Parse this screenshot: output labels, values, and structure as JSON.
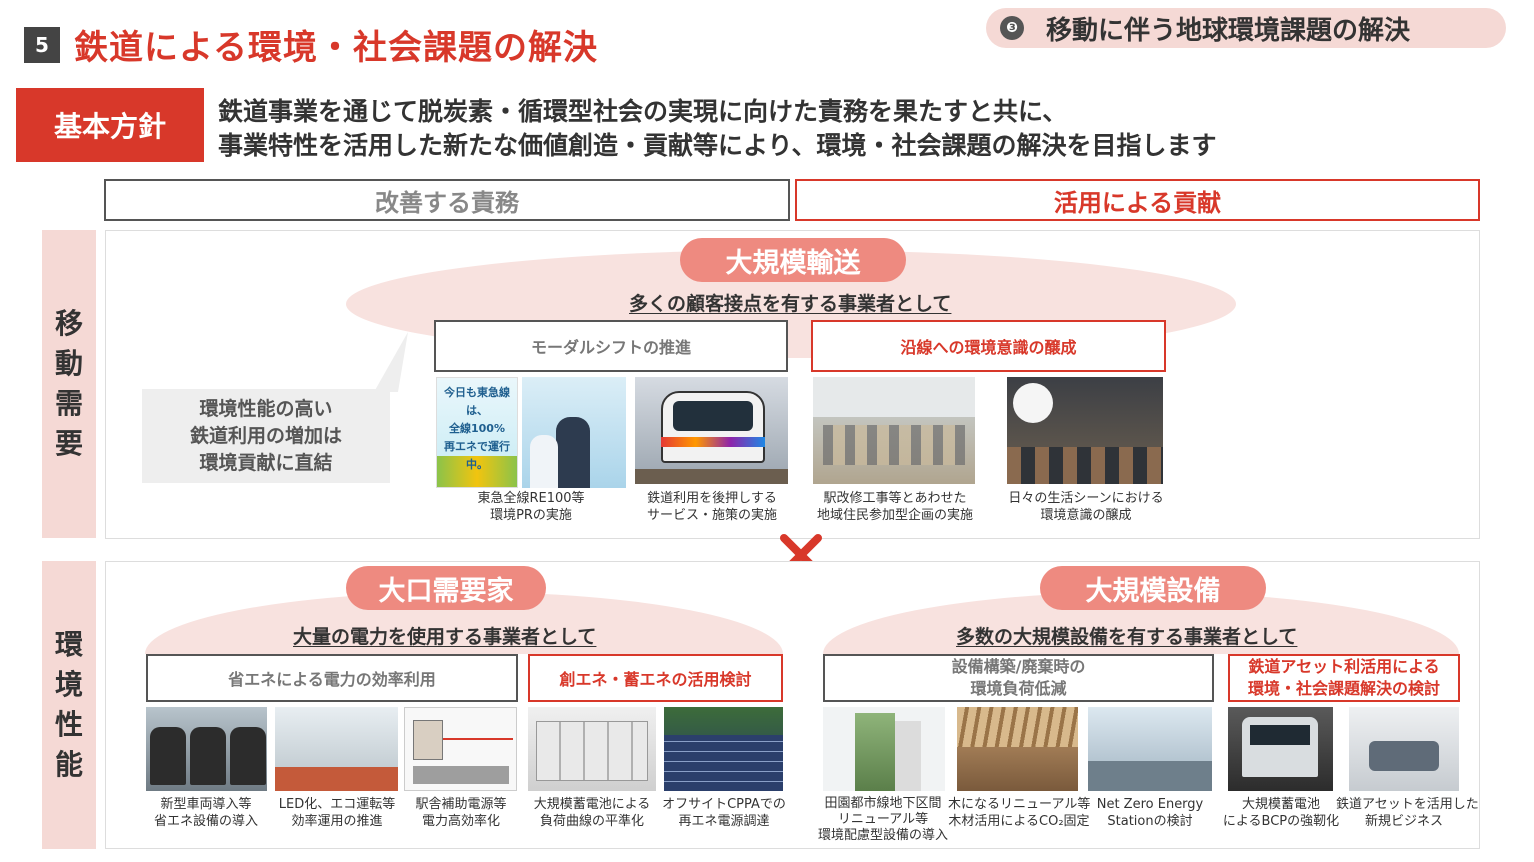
{
  "header": {
    "section_number": "5",
    "title": "鉄道による環境・社会課題の解決",
    "right_badge_number": "❸",
    "right_badge_label": "移動に伴う地球環境課題の解決"
  },
  "policy": {
    "label": "基本方針",
    "line1": "鉄道事業を通じて脱炭素・循環型社会の実現に向けた責務を果たすと共に、",
    "line2": "事業特性を活用した新たな価値創造・貢献等により、環境・社会課題の解決を目指します"
  },
  "columns": {
    "left": "改善する責務",
    "right": "活用による貢献"
  },
  "rows": {
    "mobility": [
      "移",
      "動",
      "需",
      "要"
    ],
    "environment": [
      "環",
      "境",
      "性",
      "能"
    ]
  },
  "mobility_panel": {
    "pill": "大規模輸送",
    "subtitle": "多くの顧客接点を有する事業者として",
    "box_left": "モーダルシフトの推進",
    "box_right": "沿線への環境意識の醸成",
    "note": [
      "環境性能の高い",
      "鉄道利用の増加は",
      "環境貢献に直結"
    ],
    "poster_text": [
      "今日も東急線は、",
      "全線100%",
      "再エネで運行中。"
    ],
    "captions": [
      [
        "東急全線RE100等",
        "環境PRの実施"
      ],
      [
        "鉄道利用を後押しする",
        "サービス・施策の実施"
      ],
      [
        "駅改修工事等とあわせた",
        "地域住民参加型企画の実施"
      ],
      [
        "日々の生活シーンにおける",
        "環境意識の醸成"
      ]
    ]
  },
  "environment_panel": {
    "left_pill": "大口需要家",
    "left_subtitle": "大量の電力を使用する事業者として",
    "left_box_gray": "省エネによる電力の効率利用",
    "left_box_red": "創エネ・蓄エネの活用検討",
    "right_pill": "大規模設備",
    "right_subtitle": "多数の大規模設備を有する事業者として",
    "right_box_gray": [
      "設備構築/廃棄時の",
      "環境負荷低減"
    ],
    "right_box_red": [
      "鉄道アセット利活用による",
      "環境・社会課題解決の検討"
    ],
    "captions": [
      [
        "新型車両導入等",
        "省エネ設備の導入"
      ],
      [
        "LED化、エコ運転等",
        "効率運用の推進"
      ],
      [
        "駅舎補助電源等",
        "電力高効率化"
      ],
      [
        "大規模蓄電池による",
        "負荷曲線の平準化"
      ],
      [
        "オフサイトCPPAでの",
        "再エネ電源調達"
      ],
      [
        "田園都市線地下区間",
        "リニューアル等",
        "環境配慮型設備の導入"
      ],
      [
        "木になるリニューアル等",
        "木材活用によるCO₂固定"
      ],
      [
        "Net Zero Energy",
        "Stationの検討"
      ],
      [
        "大規模蓄電池",
        "によるBCPの強靭化"
      ],
      [
        "鉄道アセットを活用した",
        "新規ビジネス"
      ]
    ]
  },
  "colors": {
    "accent": "#d8382a",
    "pill": "#ee8a80",
    "pale": "#f8e2df"
  }
}
